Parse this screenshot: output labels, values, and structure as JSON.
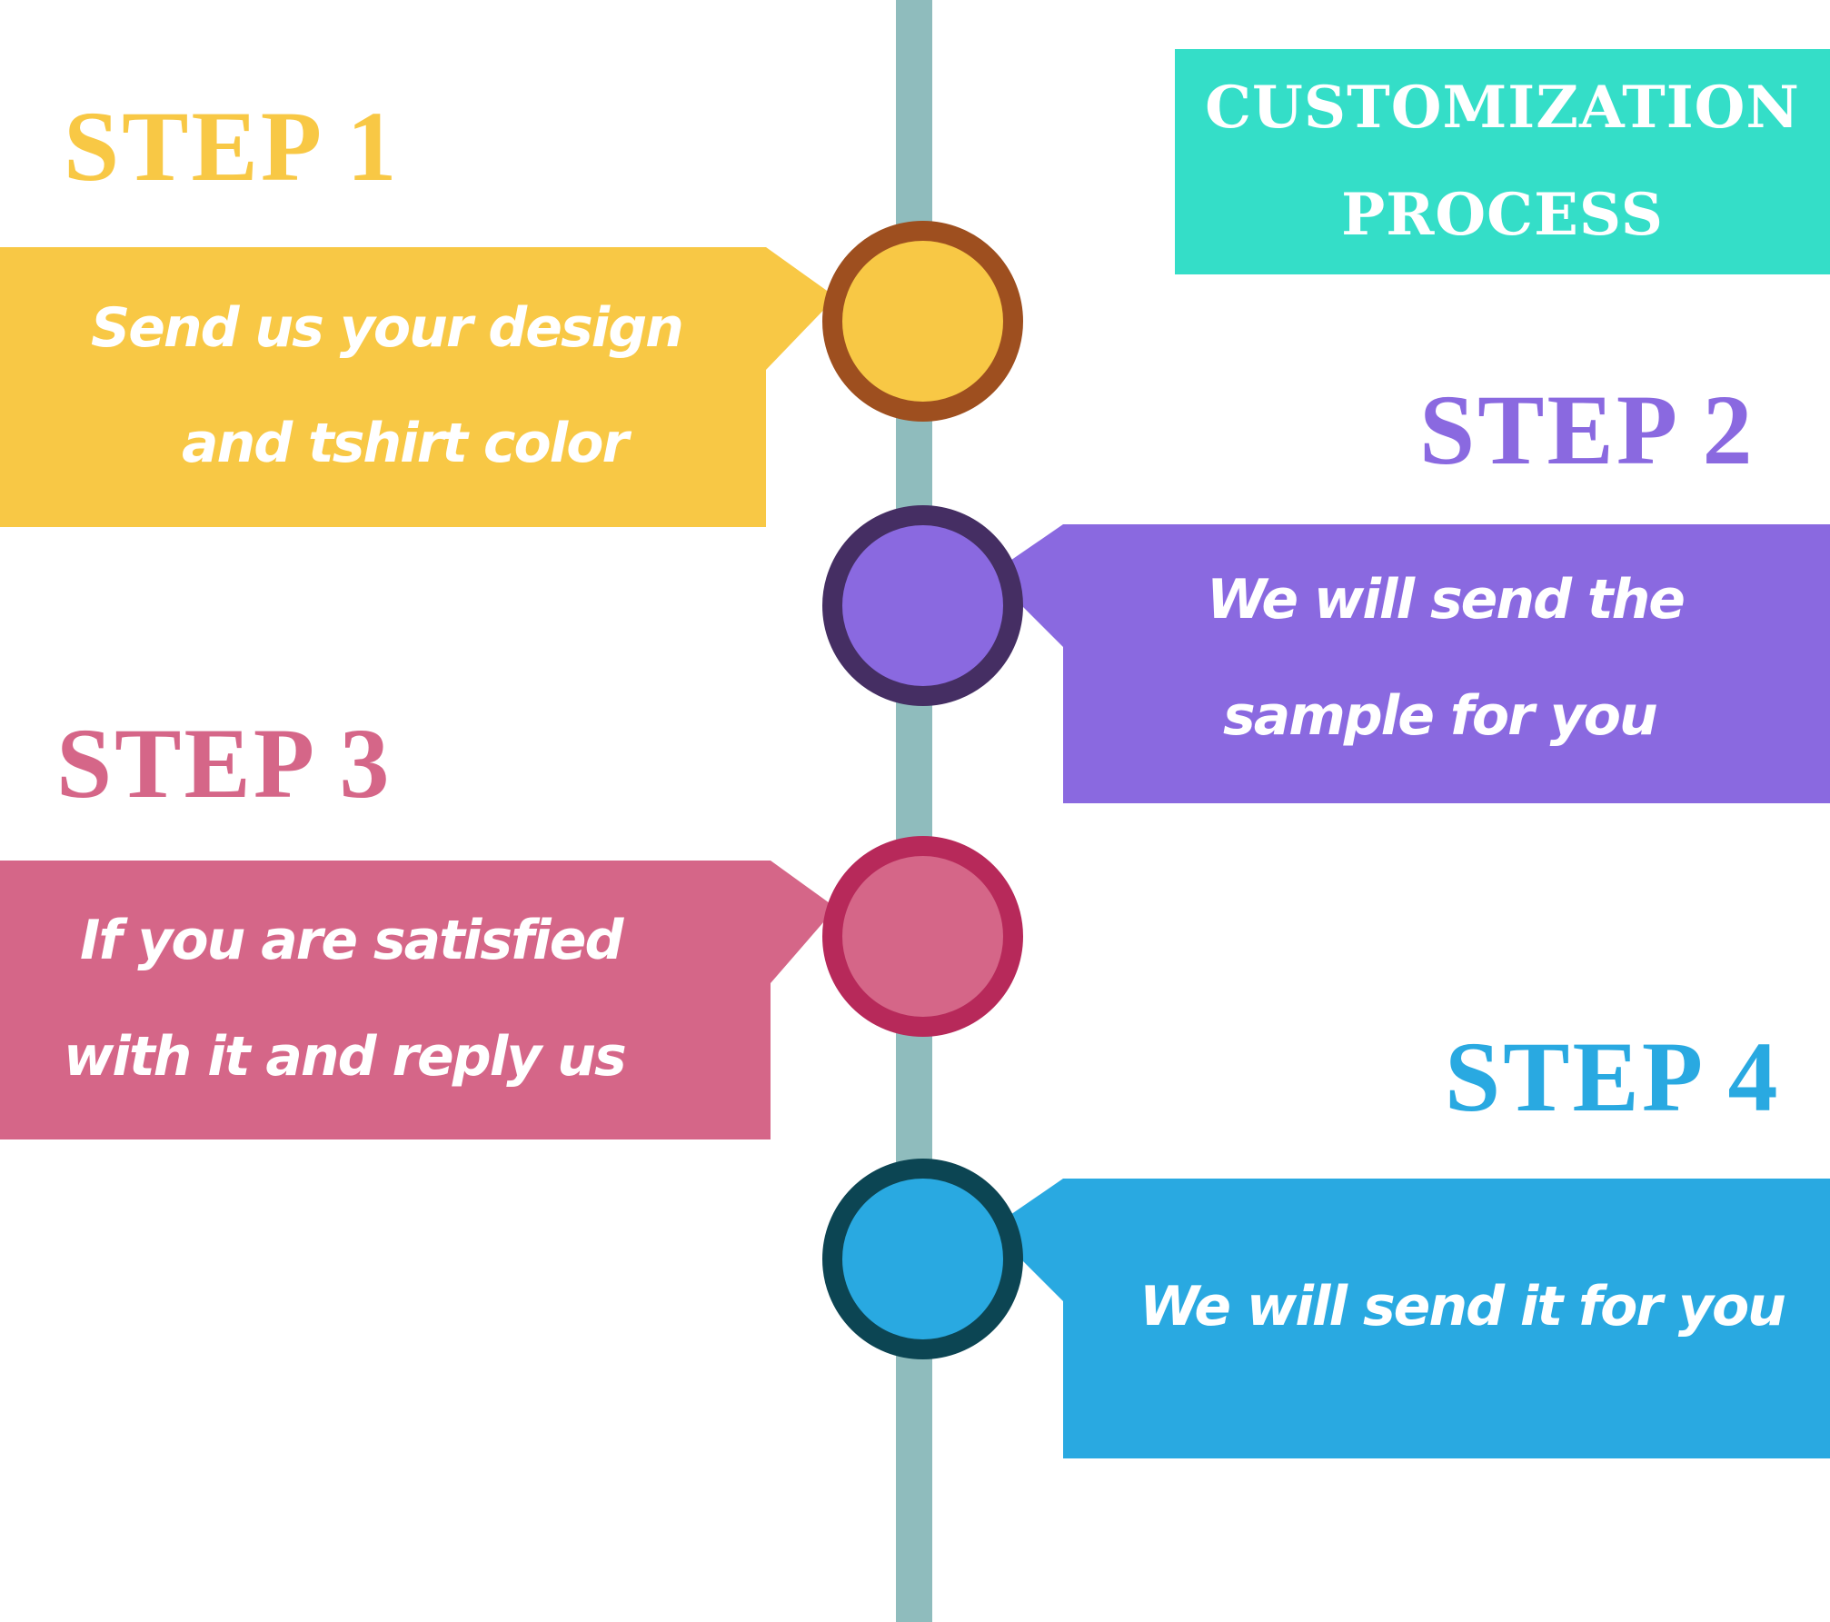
{
  "title": {
    "line1": "CUSTOMIZATION",
    "line2": "PROCESS"
  },
  "steps": [
    {
      "label": "STEP 1",
      "line1": "Send us your design",
      "line2": "and tshirt color",
      "color": "#f8c845",
      "ring": "#9e4f1f"
    },
    {
      "label": "STEP 2",
      "line1": "We will send the",
      "line2": "sample for you",
      "color": "#8a69e0",
      "ring": "#452e63"
    },
    {
      "label": "STEP 3",
      "line1": "If you are satisfied",
      "line2": "with it  and reply us",
      "color": "#d56688",
      "ring": "#b7295a"
    },
    {
      "label": "STEP 4",
      "line1": "We will send it for you",
      "color": "#29a9e1",
      "ring": "#0c4553"
    }
  ]
}
